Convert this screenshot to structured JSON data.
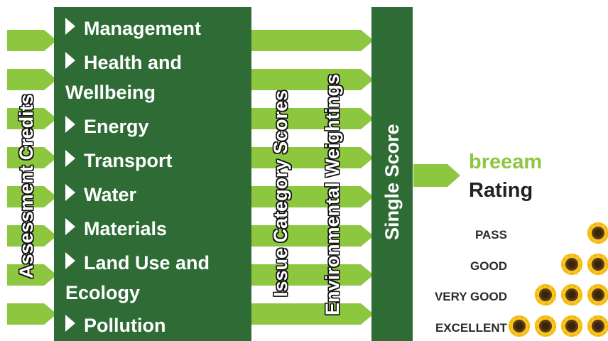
{
  "left_label": "Assessment Credits",
  "categories": [
    "Management",
    "Health and Wellbeing",
    "Energy",
    "Transport",
    "Water",
    "Materials",
    "Land Use and Ecology",
    "Pollution"
  ],
  "issue_category_scores": "Issue Category Scores",
  "environmental_weightings": "Environmental Weightings",
  "single_score": "Single Score",
  "brand": "breeam",
  "rating_label": "Rating",
  "levels": [
    {
      "label": "PASS",
      "sunflowers": 1
    },
    {
      "label": "GOOD",
      "sunflowers": 2
    },
    {
      "label": "VERY GOOD",
      "sunflowers": 3
    },
    {
      "label": "EXCELLENT",
      "sunflowers": 4
    }
  ],
  "colors": {
    "dark_green": "#2e6b35",
    "light_green": "#8dc63f",
    "sunflower": "#f5b800"
  }
}
